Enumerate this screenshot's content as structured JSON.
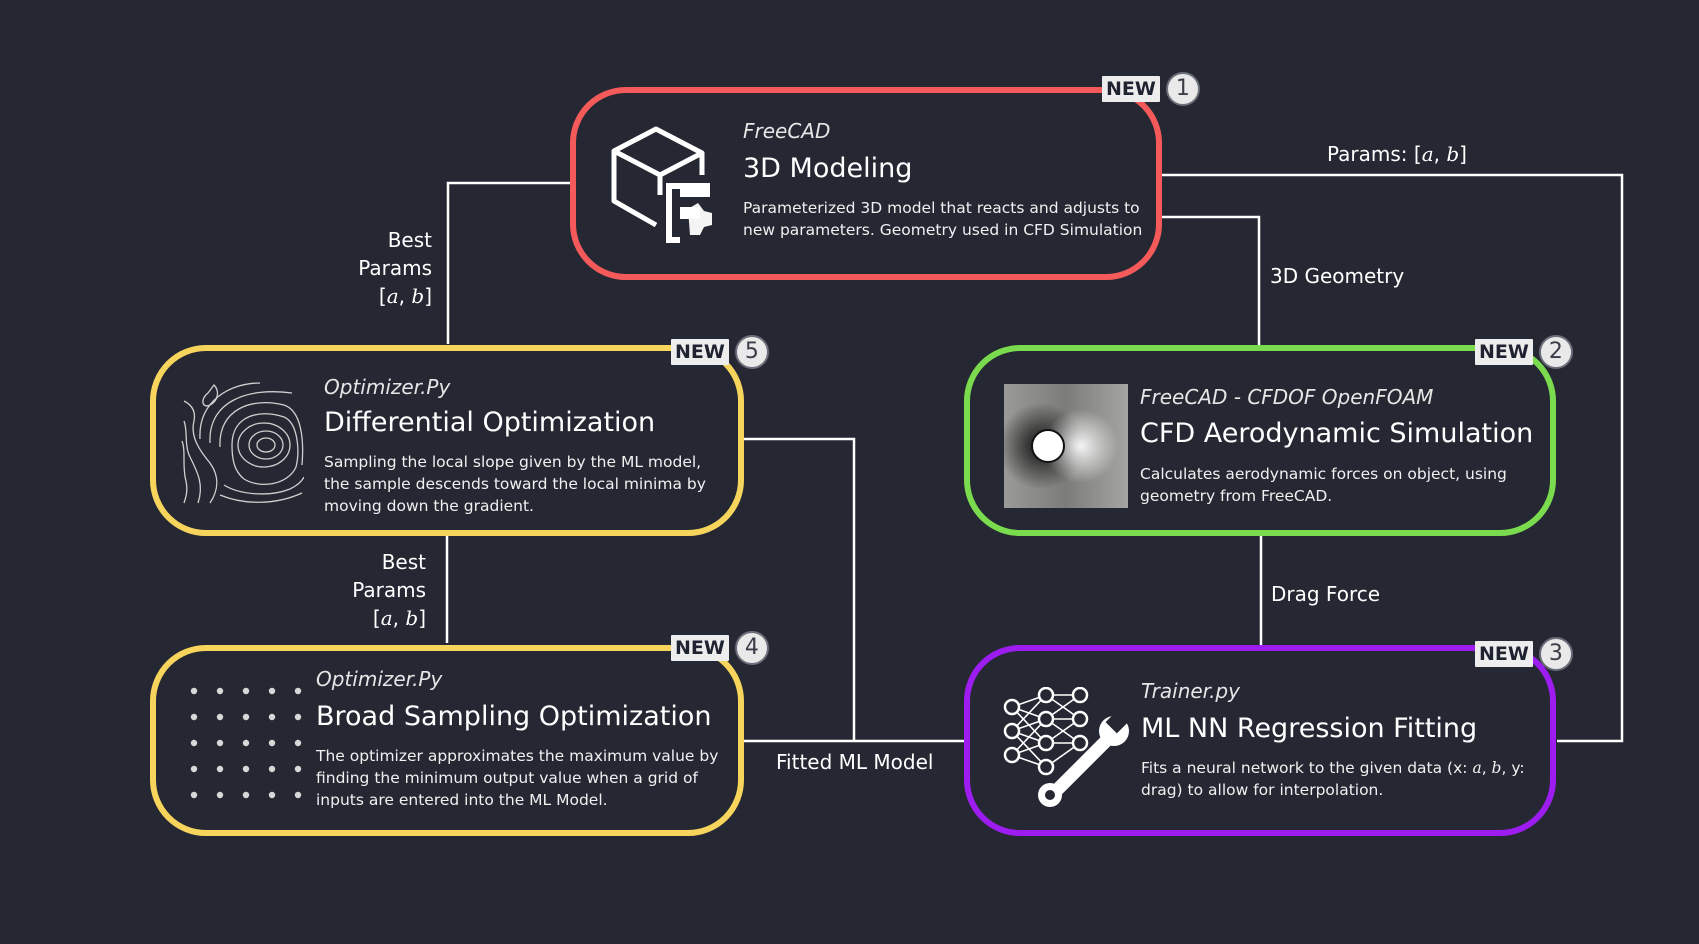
{
  "colors": {
    "background": "#252833",
    "modeling": "#f45a5a",
    "cfd": "#7bdb4e",
    "trainer": "#9d1df0",
    "optimizer": "#f7d45c",
    "connector": "#ffffff"
  },
  "nodes": {
    "modeling": {
      "badge_tag": "NEW",
      "badge_num": "1",
      "subtitle": "FreeCAD",
      "title": "3D Modeling",
      "desc_line1": "Parameterized 3D model that reacts and adjusts to",
      "desc_line2": "new parameters. Geometry used in CFD Simulation",
      "icon": "freecad-cube-icon"
    },
    "cfd": {
      "badge_tag": "NEW",
      "badge_num": "2",
      "subtitle": "FreeCAD - CFDOF OpenFOAM",
      "title": "CFD Aerodynamic Simulation",
      "desc_line1": "Calculates aerodynamic forces on object, using",
      "desc_line2": "geometry from FreeCAD.",
      "icon": "cfd-flow-image"
    },
    "trainer": {
      "badge_tag": "NEW",
      "badge_num": "3",
      "subtitle": "Trainer.py",
      "title": "ML NN Regression Fitting",
      "desc_line1_a": "Fits a neural network to the given data (x: ",
      "desc_var_a": "a",
      "desc_sep": ", ",
      "desc_var_b": "b",
      "desc_line1_b": ", y:",
      "desc_line2": "drag) to allow for interpolation.",
      "icon": "neural-network-wrench-icon"
    },
    "broad": {
      "badge_tag": "NEW",
      "badge_num": "4",
      "subtitle": "Optimizer.Py",
      "title": "Broad Sampling Optimization",
      "desc_line1": "The optimizer approximates the maximum value by",
      "desc_line2": "finding the minimum output value when a grid of",
      "desc_line3": "inputs are entered into the ML Model.",
      "icon": "dot-grid-icon"
    },
    "differential": {
      "badge_tag": "NEW",
      "badge_num": "5",
      "subtitle": "Optimizer.Py",
      "title": "Differential Optimization",
      "desc_line1": "Sampling the local slope given by the ML model,",
      "desc_line2": "the sample descends toward the local minima by",
      "desc_line3": "moving down the gradient.",
      "icon": "contour-map-icon"
    }
  },
  "edges": {
    "params": {
      "text": "Params: [",
      "var_a": "a",
      "sep": ", ",
      "var_b": "b",
      "close": "]"
    },
    "geometry": {
      "text": "3D Geometry"
    },
    "drag": {
      "text": "Drag Force"
    },
    "fitted": {
      "text": "Fitted ML Model"
    },
    "best_top": {
      "line1": "Best",
      "line2": "Params",
      "open": "[",
      "var_a": "a",
      "sep": ", ",
      "var_b": "b",
      "close": "]"
    },
    "best_bottom": {
      "line1": "Best",
      "line2": "Params",
      "open": "[",
      "var_a": "a",
      "sep": ", ",
      "var_b": "b",
      "close": "]"
    }
  }
}
